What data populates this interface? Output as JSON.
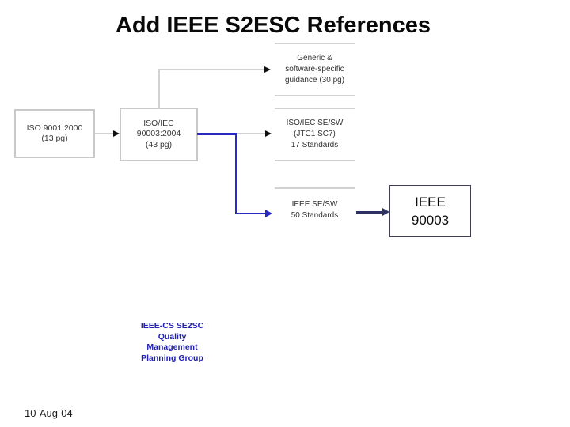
{
  "title": "Add IEEE S2ESC References",
  "date": "10-Aug-04",
  "nodes": {
    "iso9001": [
      "ISO 9001:2000",
      "(13 pg)"
    ],
    "iso90003": [
      "ISO/IEC",
      "90003:2004",
      "(43 pg)"
    ],
    "generic": [
      "Generic &",
      "software-specific",
      "guidance  (30 pg)"
    ],
    "iso_sesw": [
      "ISO/IEC SE/SW",
      "(JTC1 SC7)",
      "17 Standards"
    ],
    "ieee_sesw": [
      "IEEE SE/SW",
      "50 Standards"
    ],
    "ieee90003": [
      "IEEE",
      "90003"
    ]
  },
  "footer_group": [
    "IEEE-CS SE2SC",
    "Quality",
    "Management",
    "Planning Group"
  ],
  "colors": {
    "gray-line": "#d2d2d2",
    "gray-border": "#c9c9c9",
    "blue-connector": "#2b2bc4",
    "navy-connector": "#2e3262",
    "navy-border": "#3e3e56",
    "footer-blue": "#2121b2"
  }
}
